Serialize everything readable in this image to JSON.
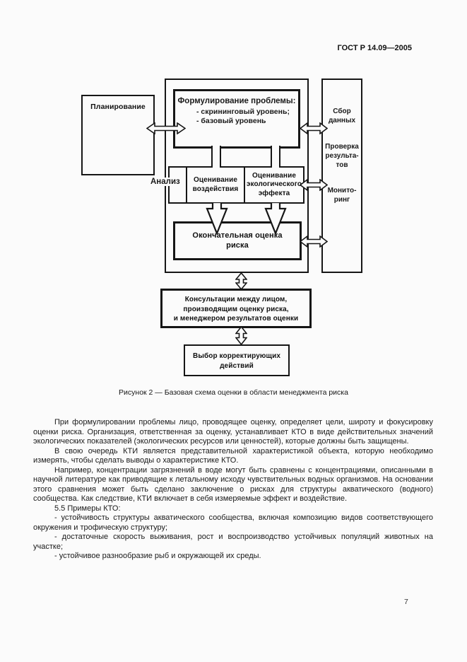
{
  "header": {
    "standard": "ГОСТ Р 14.09—2005"
  },
  "figure": {
    "planning": "Планирование",
    "formulation_title": "Формулирование проблемы:",
    "formulation_items": [
      "- скрининговый уровень;",
      "- базовый уровень"
    ],
    "analysis_label": "Анализ",
    "impact_lines": [
      "Оценивание",
      "воздействия"
    ],
    "effect_lines": [
      "Оценивание",
      "экологического",
      "эффекта"
    ],
    "final_lines": [
      "Окончательная оценка",
      "риска"
    ],
    "side_collect_lines": [
      "Сбор",
      "данных"
    ],
    "side_verify_lines": [
      "Проверка",
      "результа-",
      "тов"
    ],
    "side_monitor_lines": [
      "Монито-",
      "ринг"
    ],
    "consult_lines": [
      "Консультации между лицом,",
      "производящим оценку риска,",
      "и менеджером результатов оценки"
    ],
    "corrective_lines": [
      "Выбор корректирующих",
      "действий"
    ],
    "caption": "Рисунок 2 — Базовая схема оценки в области менеджмента риска"
  },
  "body": {
    "paragraphs": [
      "При формулировании проблемы лицо, проводящее оценку, определяет цели, широту и фокусировку оценки риска. Организация, ответственная за оценку, устанавливает КТО в виде действительных значений экологических показателей (экологических ресурсов или ценностей), которые должны быть защищены.",
      "В свою очередь КТИ является представительной характеристикой объекта, которую необходимо измерять, чтобы сделать выводы о характеристике КТО.",
      "Например, концентрации загрязнений в воде могут быть сравнены с концентрациями, описанными в научной литературе как приводящие к летальному исходу чувствительных водных организмов. На основании этого сравнения может быть сделано заключение о рисках для структуры акватического (водного) сообщества. Как следствие, КТИ включает в себя измеряемые эффект и воздействие.",
      "5.5  Примеры КТО:",
      "- устойчивость структуры акватического сообщества, включая композицию видов соответствующего окружения и трофическую структуру;",
      "- достаточные скорость выживания, рост и воспроизводство устойчивых популяций животных на участке;",
      "- устойчивое разнообразие рыб и окружающей их среды."
    ]
  },
  "footer": {
    "page_number": "7"
  }
}
